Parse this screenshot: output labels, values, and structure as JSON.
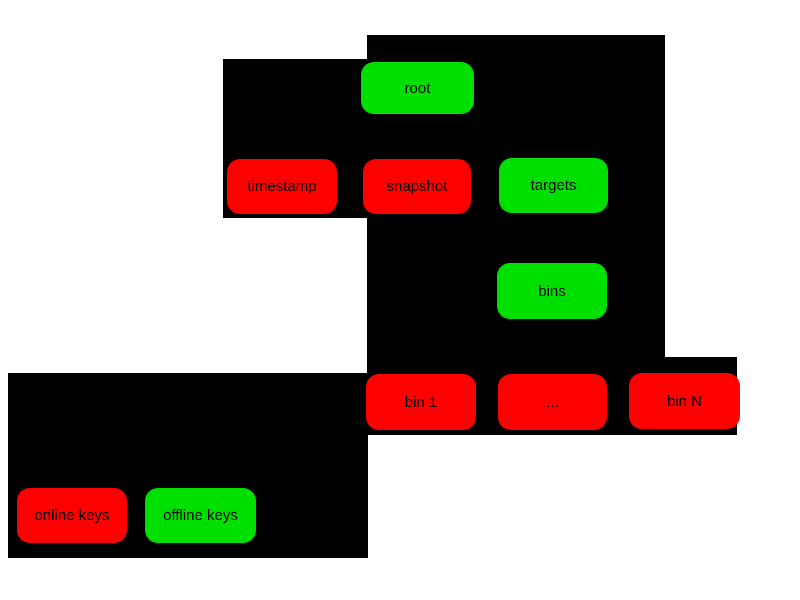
{
  "diagram": {
    "kind": "role-hierarchy-diagram",
    "colors": {
      "online_key": "#ff0000",
      "offline_key": "#00e000",
      "cluster_background": "#000000",
      "page_background": "#ffffff",
      "node_text": "#000000"
    },
    "nodes": [
      {
        "id": "root",
        "label": "root",
        "key_type": "offline_key"
      },
      {
        "id": "timestamp",
        "label": "timestamp",
        "key_type": "online_key"
      },
      {
        "id": "snapshot",
        "label": "snapshot",
        "key_type": "online_key"
      },
      {
        "id": "targets",
        "label": "targets",
        "key_type": "offline_key"
      },
      {
        "id": "bins",
        "label": "bins",
        "key_type": "offline_key"
      },
      {
        "id": "bin-1",
        "label": "bin 1",
        "key_type": "online_key"
      },
      {
        "id": "bin-ellipsis",
        "label": "...",
        "key_type": "online_key"
      },
      {
        "id": "bin-n",
        "label": "bin N",
        "key_type": "online_key"
      },
      {
        "id": "legend-online-keys",
        "label": "online keys",
        "key_type": "online_key"
      },
      {
        "id": "legend-offline-keys",
        "label": "offline keys",
        "key_type": "offline_key"
      }
    ]
  }
}
